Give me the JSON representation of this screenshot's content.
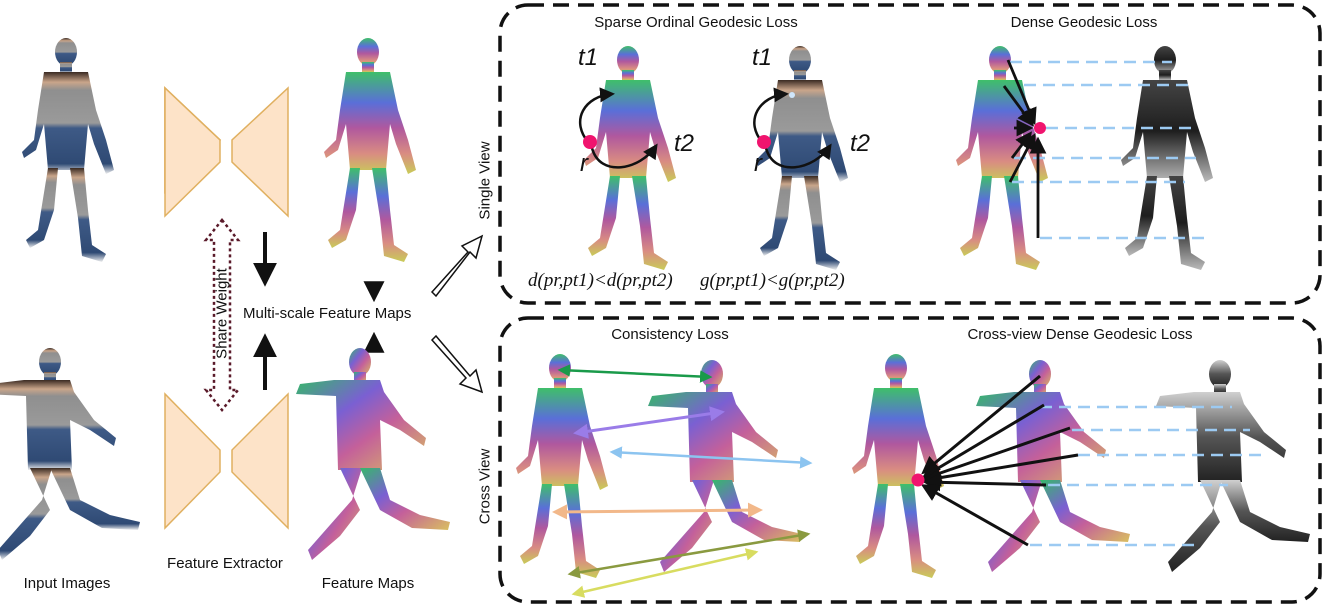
{
  "labels": {
    "input_images": "Input Images",
    "feature_extractor": "Feature Extractor",
    "feature_maps": "Feature Maps",
    "multi_scale": "Multi-scale Feature Maps",
    "share_weight": "Share Weight",
    "single_view": "Single View",
    "cross_view": "Cross View"
  },
  "single_view": {
    "sparse_title": "Sparse Ordinal Geodesic Loss",
    "dense_title": "Dense Geodesic Loss",
    "formula_d": "d(pr,pt1)<d(pr,pt2)",
    "formula_g": "g(pr,pt1)<g(pr,pt2)",
    "point_r": "r",
    "point_t1": "t1",
    "point_t2": "t2"
  },
  "cross_view": {
    "consistency_title": "Consistency Loss",
    "cross_dense_title": "Cross-view Dense Geodesic Loss"
  },
  "colors": {
    "extractor_fill": "#fde3c8",
    "extractor_stroke": "#e0b060",
    "share_arrow": "#5a1a2a",
    "highlight_point": "#f0146e",
    "dash_line": "#9ccaf2",
    "panel_border": "#111111"
  }
}
